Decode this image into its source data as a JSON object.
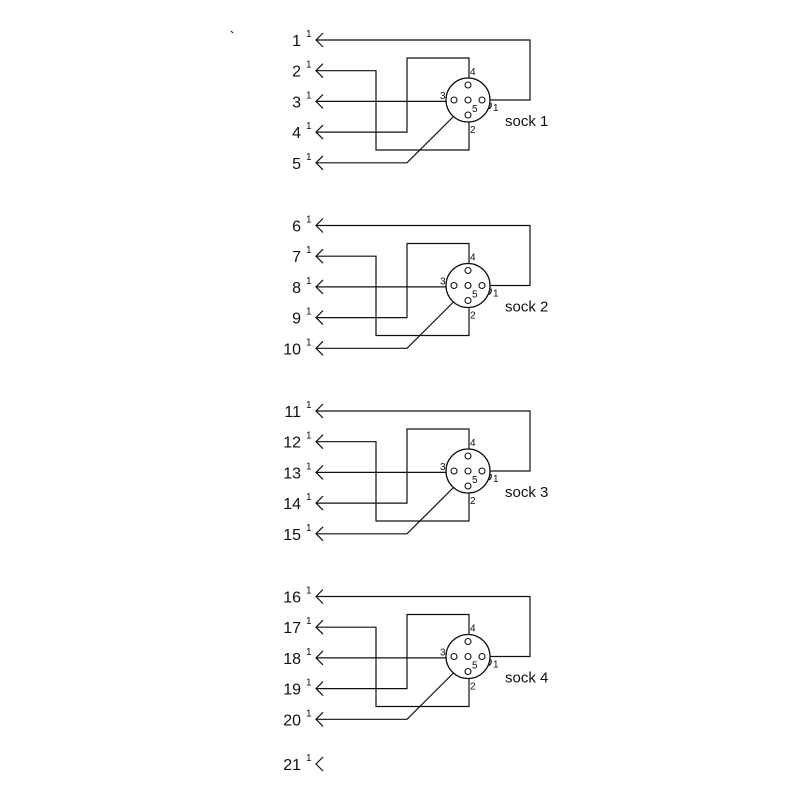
{
  "terminal_superscript": "1",
  "terminals": [
    "1",
    "2",
    "3",
    "4",
    "5",
    "6",
    "7",
    "8",
    "9",
    "10",
    "11",
    "12",
    "13",
    "14",
    "15",
    "16",
    "17",
    "18",
    "19",
    "20",
    "21"
  ],
  "sockets": [
    {
      "label": "sock 1",
      "pins": [
        "1",
        "2",
        "3",
        "4",
        "5"
      ]
    },
    {
      "label": "sock 2",
      "pins": [
        "1",
        "2",
        "3",
        "4",
        "5"
      ]
    },
    {
      "label": "sock 3",
      "pins": [
        "1",
        "2",
        "3",
        "4",
        "5"
      ]
    },
    {
      "label": "sock 4",
      "pins": [
        "1",
        "2",
        "3",
        "4",
        "5"
      ]
    }
  ],
  "colors": {
    "line": "#111111",
    "background": "#ffffff"
  }
}
